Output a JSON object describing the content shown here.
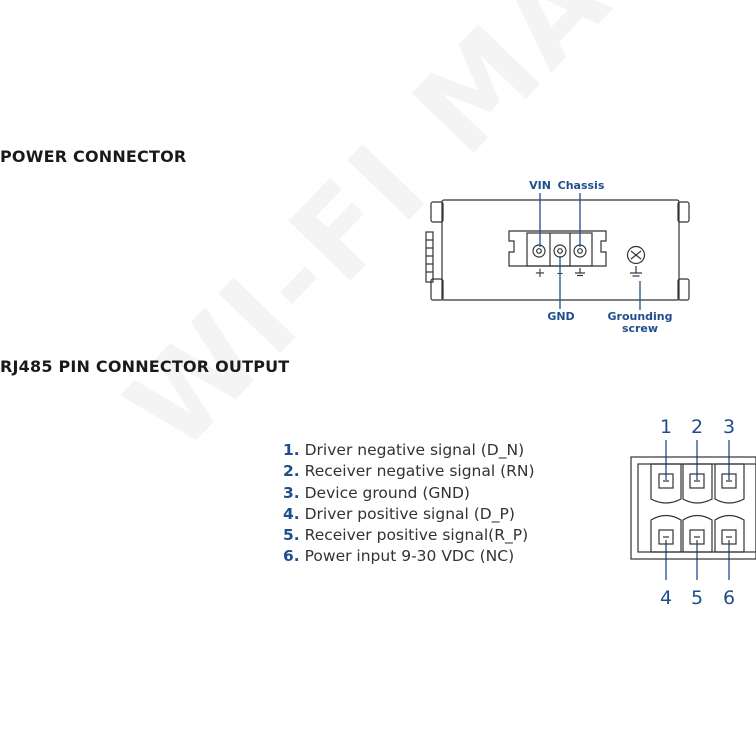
{
  "power_connector": {
    "heading": "POWER CONNECTOR",
    "labels": {
      "vin": "VIN",
      "chassis": "Chassis",
      "gnd": "GND",
      "grounding_line1": "Grounding",
      "grounding_line2": "screw"
    },
    "symbols": {
      "plus": "+",
      "minus": "–"
    }
  },
  "rj485": {
    "heading": "RJ485 PIN CONNECTOR OUTPUT",
    "pins": [
      {
        "num": "1.",
        "text": "Driver negative signal (D_N)"
      },
      {
        "num": "2.",
        "text": "Receiver negative signal (RN)"
      },
      {
        "num": "3.",
        "text": "Device ground (GND)"
      },
      {
        "num": "4.",
        "text": "Driver positive signal (D_P)"
      },
      {
        "num": "5.",
        "text": "Receiver positive signal(R_P)"
      },
      {
        "num": "6.",
        "text": "Power input 9-30 VDC (NC)"
      }
    ],
    "diagram_top_numbers": [
      "1",
      "2",
      "3"
    ],
    "diagram_bottom_numbers": [
      "4",
      "5",
      "6"
    ]
  },
  "watermark": "WI-FI MAG",
  "colors": {
    "accent": "#1f4e8c",
    "outline": "#333333"
  }
}
